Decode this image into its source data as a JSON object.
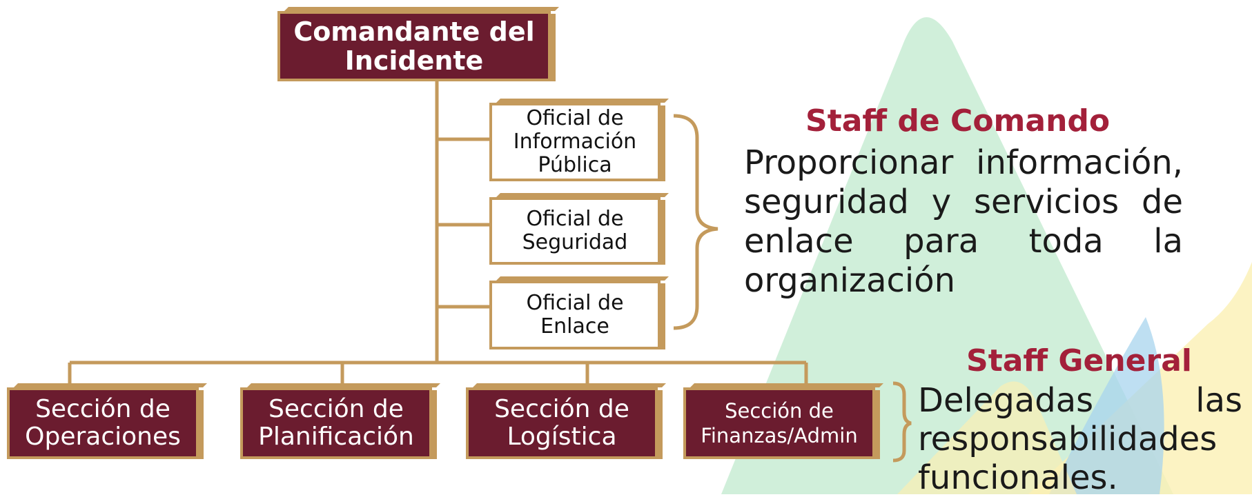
{
  "commander": {
    "label": "Comandante del\nIncidente"
  },
  "command_staff_boxes": [
    {
      "label": "Oficial de\nInformación\nPública"
    },
    {
      "label": "Oficial de\nSeguridad"
    },
    {
      "label": "Oficial de\nEnlace"
    }
  ],
  "sections": [
    {
      "label": "Sección de\nOperaciones"
    },
    {
      "label": "Sección de\nPlanificación"
    },
    {
      "label": "Sección de\nLogística"
    },
    {
      "label": "Sección de\nFinanzas/Admin"
    }
  ],
  "staff_comando": {
    "heading": "Staff de Comando",
    "lines": [
      "Proporcionar información,",
      "seguridad y servicios de",
      "enlace para toda la",
      "organización"
    ]
  },
  "staff_general": {
    "heading": "Staff General",
    "lines": [
      "Delegadas las",
      "responsabilidades",
      "funcionales."
    ]
  },
  "colors": {
    "maroon": "#6b1c2f",
    "gold": "#c49a5c",
    "heading": "#a3203a",
    "green": "#c8ecd4",
    "yellow": "#fbf0b4",
    "blue": "#a8d4ee"
  }
}
